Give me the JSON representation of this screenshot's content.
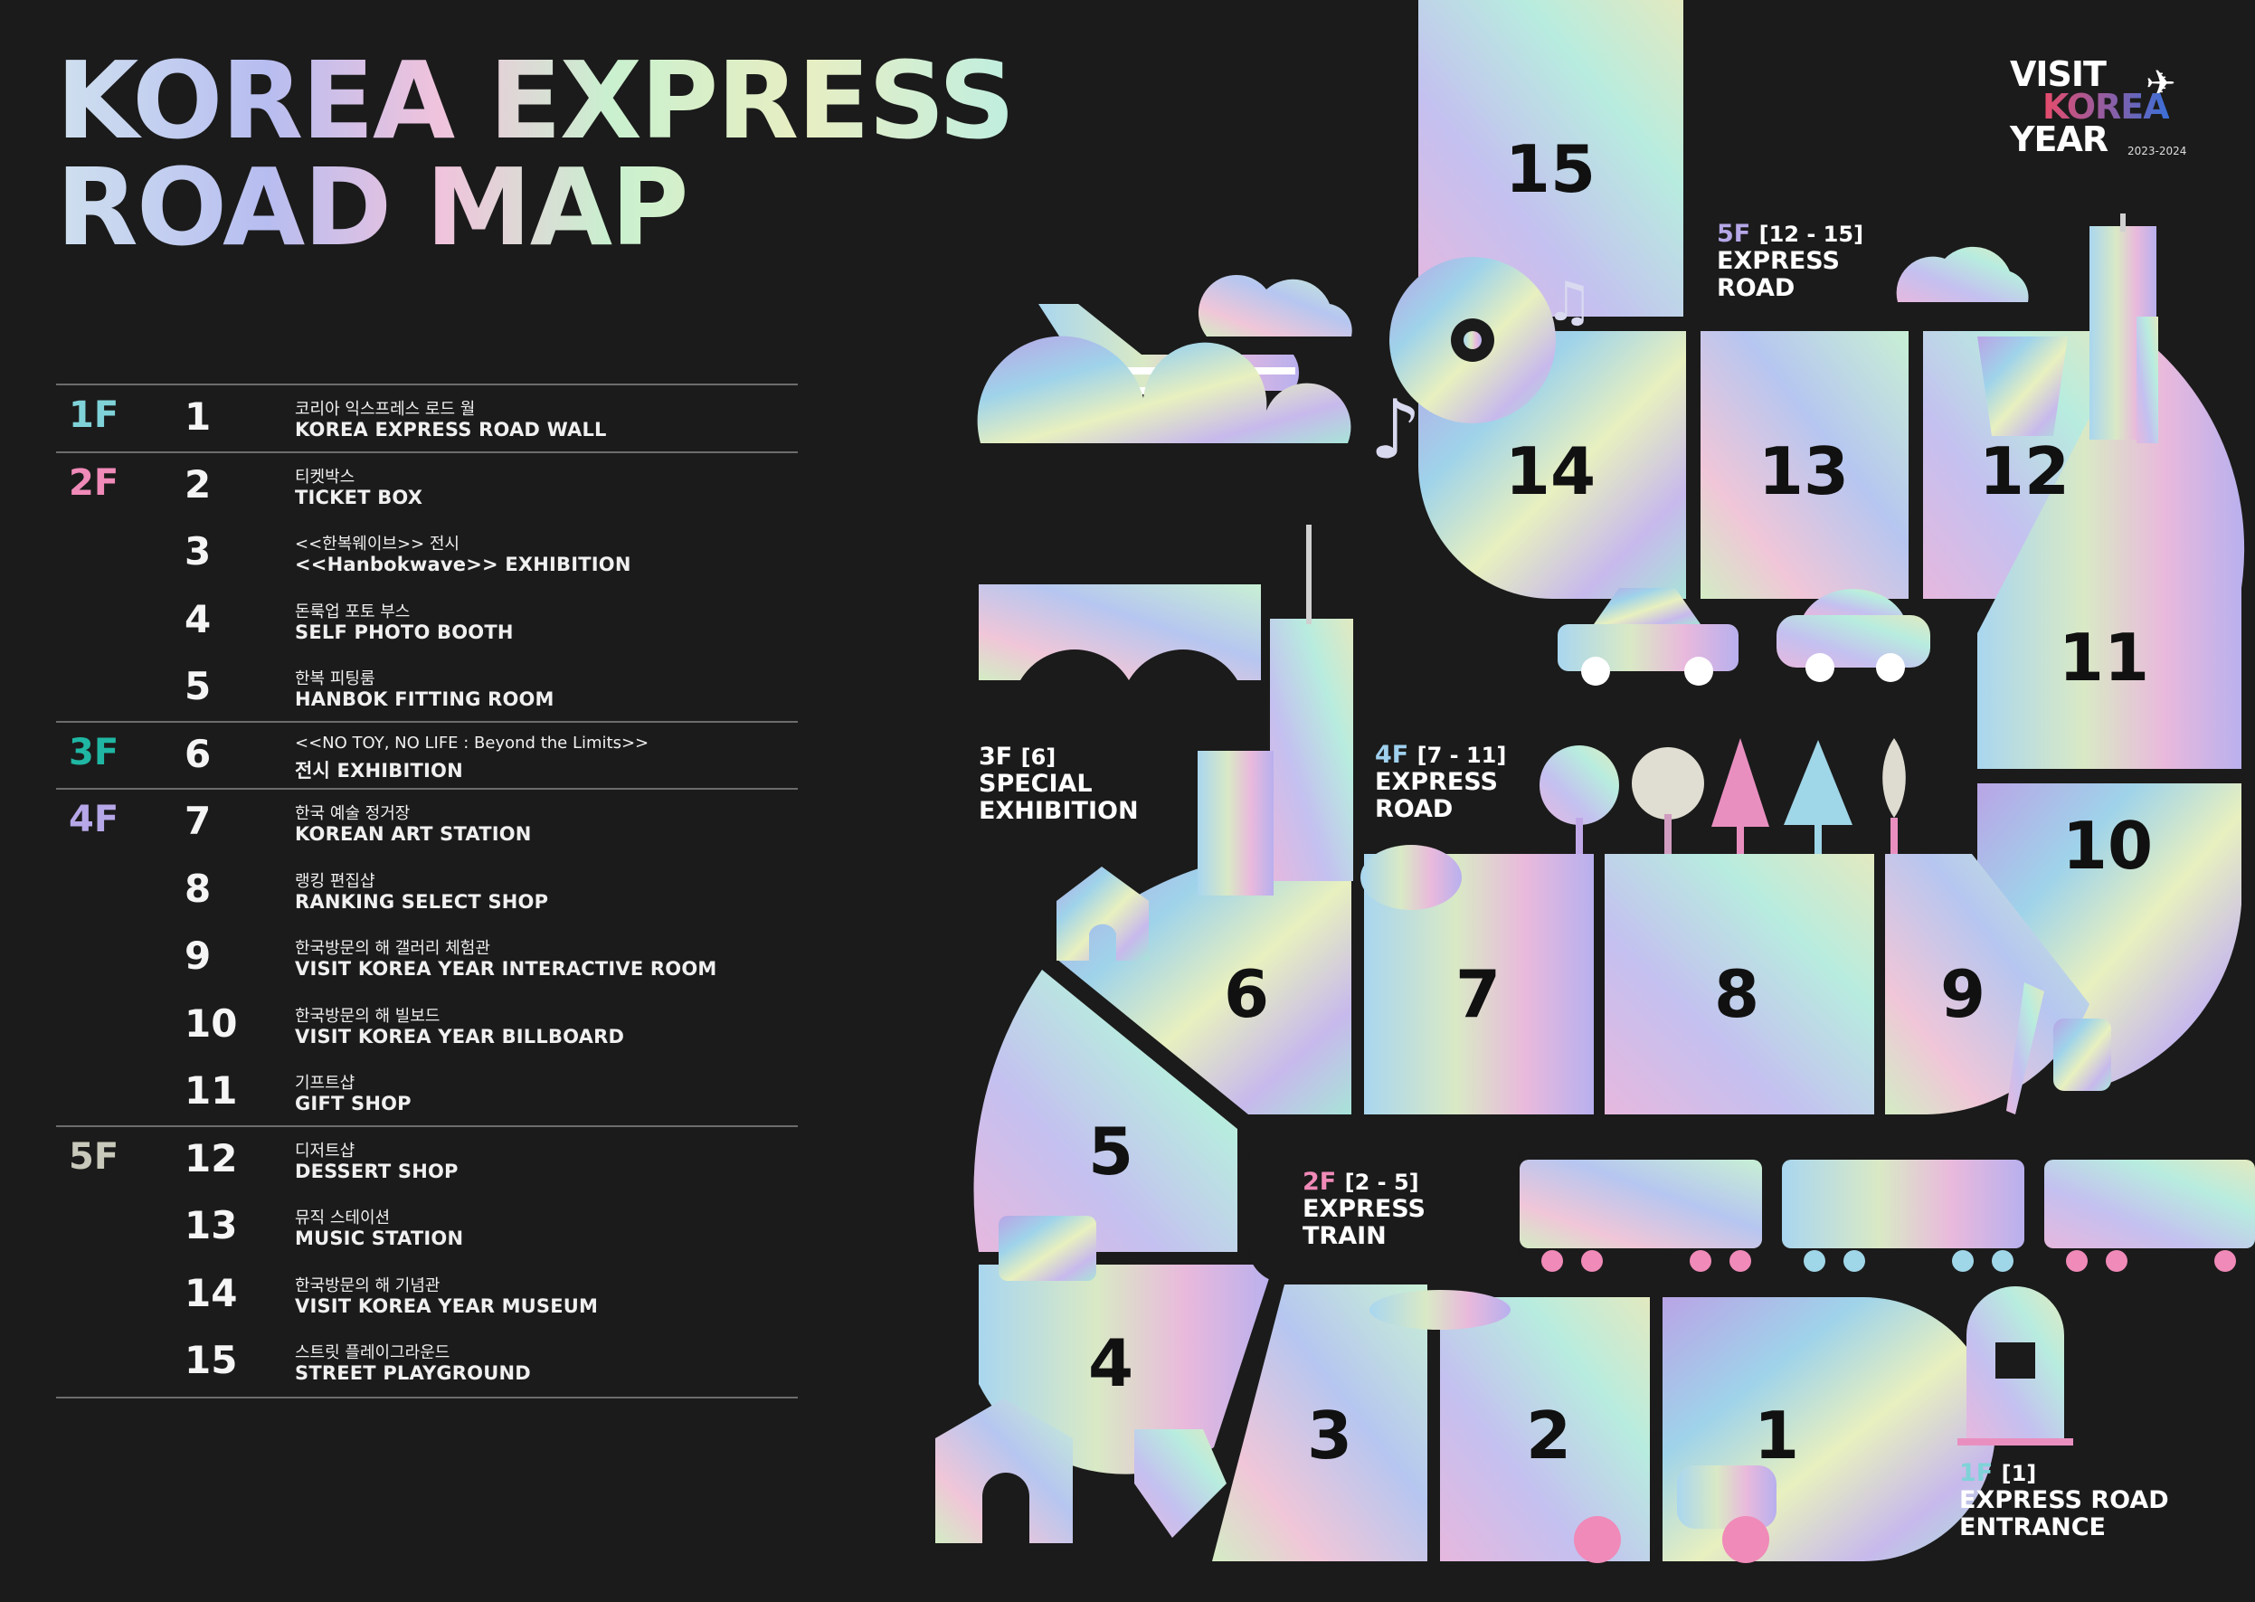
{
  "title": {
    "line1": "KOREA EXPRESS",
    "line2": "ROAD MAP"
  },
  "logo": {
    "line1": "VISIT",
    "line2": "KOREA",
    "line3": "YEAR",
    "years": "2023-2024"
  },
  "colors": {
    "background": "#1b1b1b",
    "floor_1F": "#7fd3d8",
    "floor_2F": "#f08ab8",
    "floor_3F": "#1fb7a3",
    "floor_4F": "#b6a7e8",
    "floor_5F": "#c9c9bb"
  },
  "legend": {
    "rows": [
      {
        "floor": "1F",
        "floor_color": "#7fd3d8",
        "num": "1",
        "ko": "코리아 익스프레스 로드 월",
        "en": "KOREA EXPRESS ROAD WALL"
      },
      {
        "floor": "2F",
        "floor_color": "#f08ab8",
        "num": "2",
        "ko": "티켓박스",
        "en": "TICKET BOX"
      },
      {
        "floor": "",
        "floor_color": "#f08ab8",
        "num": "3",
        "ko": "<<한복웨이브>> 전시",
        "en": "<<Hanbokwave>> EXHIBITION"
      },
      {
        "floor": "",
        "floor_color": "#f08ab8",
        "num": "4",
        "ko": "돈룩업 포토 부스",
        "en": "SELF PHOTO BOOTH"
      },
      {
        "floor": "",
        "floor_color": "#f08ab8",
        "num": "5",
        "ko": "한복 피팅룸",
        "en": "HANBOK FITTING ROOM"
      },
      {
        "floor": "3F",
        "floor_color": "#1fb7a3",
        "num": "6",
        "ko": "<<NO TOY, NO LIFE : Beyond the Limits>>",
        "en": "전시 EXHIBITION"
      },
      {
        "floor": "4F",
        "floor_color": "#b6a7e8",
        "num": "7",
        "ko": "한국 예술 정거장",
        "en": "KOREAN ART STATION"
      },
      {
        "floor": "",
        "floor_color": "#b6a7e8",
        "num": "8",
        "ko": "랭킹 편집샵",
        "en": "RANKING SELECT SHOP"
      },
      {
        "floor": "",
        "floor_color": "#b6a7e8",
        "num": "9",
        "ko": "한국방문의 해 갤러리 체험관",
        "en": "VISIT KOREA YEAR INTERACTIVE ROOM"
      },
      {
        "floor": "",
        "floor_color": "#b6a7e8",
        "num": "10",
        "ko": "한국방문의 해 빌보드",
        "en": "VISIT KOREA YEAR BILLBOARD"
      },
      {
        "floor": "",
        "floor_color": "#b6a7e8",
        "num": "11",
        "ko": "기프트샵",
        "en": "GIFT SHOP"
      },
      {
        "floor": "5F",
        "floor_color": "#c9c9bb",
        "num": "12",
        "ko": "디저트샵",
        "en": "DESSERT SHOP"
      },
      {
        "floor": "",
        "floor_color": "#c9c9bb",
        "num": "13",
        "ko": "뮤직 스테이션",
        "en": "MUSIC STATION"
      },
      {
        "floor": "",
        "floor_color": "#c9c9bb",
        "num": "14",
        "ko": "한국방문의 해 기념관",
        "en": "VISIT KOREA YEAR MUSEUM"
      },
      {
        "floor": "",
        "floor_color": "#c9c9bb",
        "num": "15",
        "ko": "스트릿 플레이그라운드",
        "en": "STREET PLAYGROUND"
      }
    ]
  },
  "zones": [
    {
      "id": "5f",
      "floor": "5F",
      "range": "[12 - 15]",
      "line1": "EXPRESS",
      "line2": "ROAD",
      "floor_color": "#b6a7e8"
    },
    {
      "id": "4f",
      "floor": "4F",
      "range": "[7 - 11]",
      "line1": "EXPRESS",
      "line2": "ROAD",
      "floor_color": "#9fd0ee"
    },
    {
      "id": "3f",
      "floor": "3F",
      "range": "[6]",
      "line1": "SPECIAL",
      "line2": "EXHIBITION",
      "floor_color": "#ffffff"
    },
    {
      "id": "2f",
      "floor": "2F",
      "range": "[2 - 5]",
      "line1": "EXPRESS",
      "line2": "TRAIN",
      "floor_color": "#f08ab8"
    },
    {
      "id": "1f",
      "floor": "1F",
      "range": "[1]",
      "line1": "EXPRESS ROAD",
      "line2": "ENTRANCE",
      "floor_color": "#7fd3d8"
    }
  ],
  "map_numbers": [
    "1",
    "2",
    "3",
    "4",
    "5",
    "6",
    "7",
    "8",
    "9",
    "10",
    "11",
    "12",
    "13",
    "14",
    "15"
  ]
}
